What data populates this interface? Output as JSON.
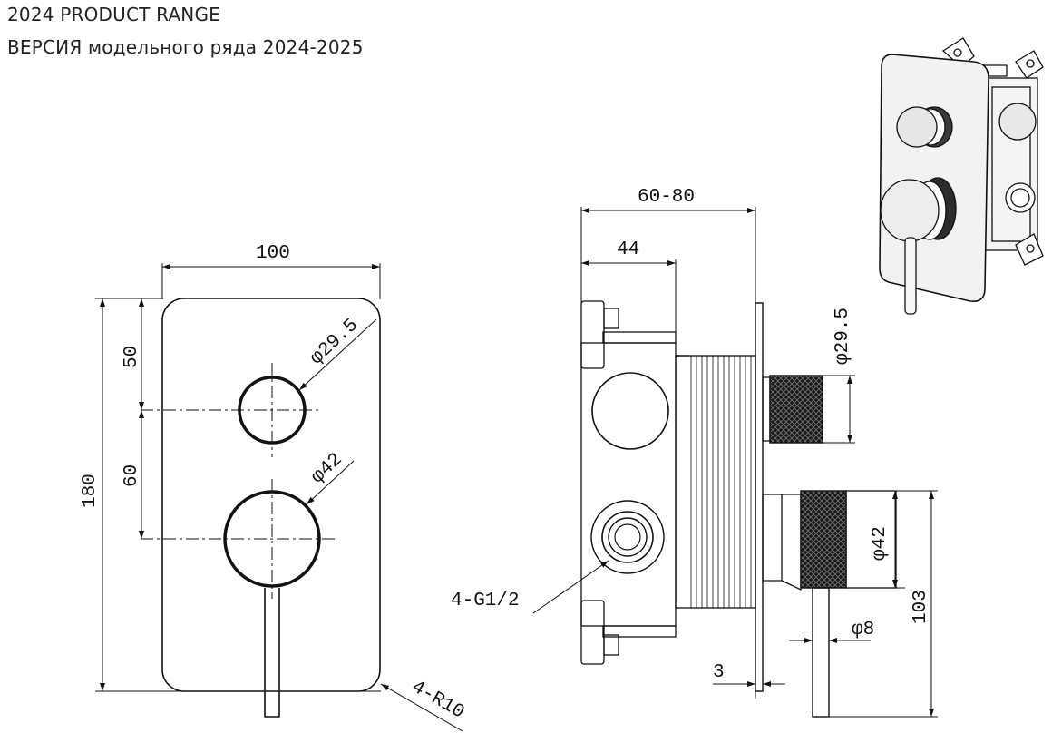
{
  "header": {
    "line1": "2024 PRODUCT RANGE",
    "line2": "ВЕРСИЯ модельного ряда 2024-2025"
  },
  "front_view": {
    "width": "100",
    "height": "180",
    "dim_top": "50",
    "dim_mid": "60",
    "small_knob_diameter": "φ29.5",
    "large_knob_diameter": "φ42",
    "corner_radius": "4-R10"
  },
  "side_view": {
    "depth_range": "60-80",
    "box_depth": "44",
    "small_knob_diameter": "φ29.5",
    "large_knob_diameter": "φ42",
    "lever_diameter": "φ8",
    "handle_height": "103",
    "plate_thickness": "3",
    "thread": "4-G1/2"
  }
}
